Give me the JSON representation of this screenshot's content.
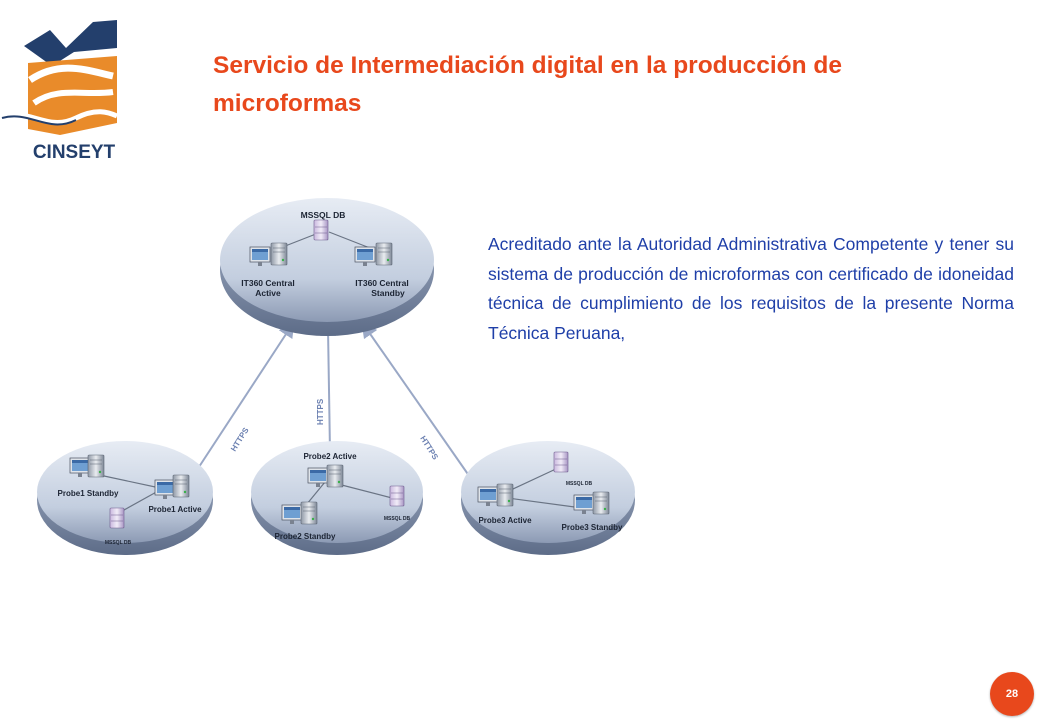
{
  "brand": {
    "name": "CINSEYT",
    "colors": {
      "navy": "#233f6c",
      "orange": "#e98b2a",
      "title_red": "#e8481c",
      "body_blue": "#1f3fa8"
    }
  },
  "slide": {
    "title": "Servicio de Intermediación digital en la producción de microformas",
    "body": "Acreditado ante la Autoridad Administrativa Competente y tener su sistema de producción de microformas con certificado de idoneidad técnica de cumplimiento de los requisitos de la presente Norma Técnica Peruana,",
    "page_number": "28"
  },
  "diagram": {
    "central": {
      "db": "MSSQL DB",
      "active": [
        "IT360 Central",
        "Active"
      ],
      "standby": [
        "IT360 Central",
        "Standby"
      ]
    },
    "probe1": {
      "standby": "Probe1 Standby",
      "active": "Probe1 Active",
      "db": "MSSQL DB"
    },
    "probe2": {
      "active": "Probe2 Active",
      "standby": "Probe2 Standby",
      "db": "MSSQL DB"
    },
    "probe3": {
      "db": "MSSQL DB",
      "active": "Probe3 Active",
      "standby": "Probe3 Standby"
    },
    "link_label": "HTTPS"
  }
}
